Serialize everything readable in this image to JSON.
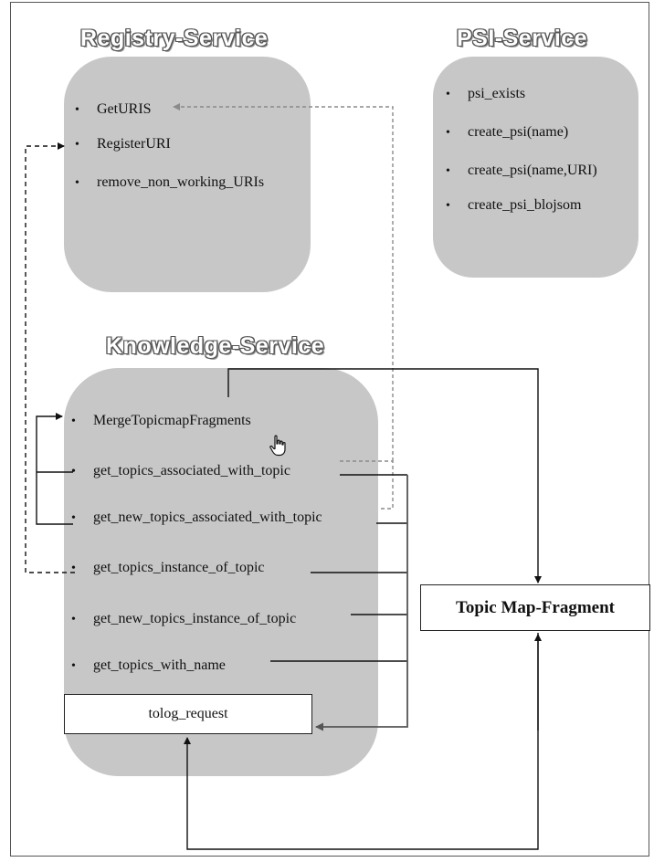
{
  "registry_service": {
    "title": "Registry-Service",
    "items": [
      "GetURIS",
      "RegisterURI",
      "remove_non_working_URIs"
    ]
  },
  "psi_service": {
    "title": "PSI-Service",
    "items": [
      "psi_exists",
      "create_psi(name)",
      "create_psi(name,URI)",
      "create_psi_blojsom"
    ]
  },
  "knowledge_service": {
    "title": "Knowledge-Service",
    "items": [
      "MergeTopicmapFragments",
      "get_topics_associated_with_topic",
      "get_new_topics_associated_with_topic",
      "get_topics_instance_of_topic",
      "get_new_topics_instance_of_topic",
      "get_topics_with_name"
    ],
    "request_box": "tolog_request"
  },
  "topic_map_fragment": "Topic Map-Fragment",
  "icons": {
    "bullet": "bullet-dot",
    "cursor": "hand-pointer-icon"
  },
  "colors": {
    "panel": "#c7c7c7",
    "line": "#111111",
    "dashed_gray": "#8a8a8a"
  }
}
